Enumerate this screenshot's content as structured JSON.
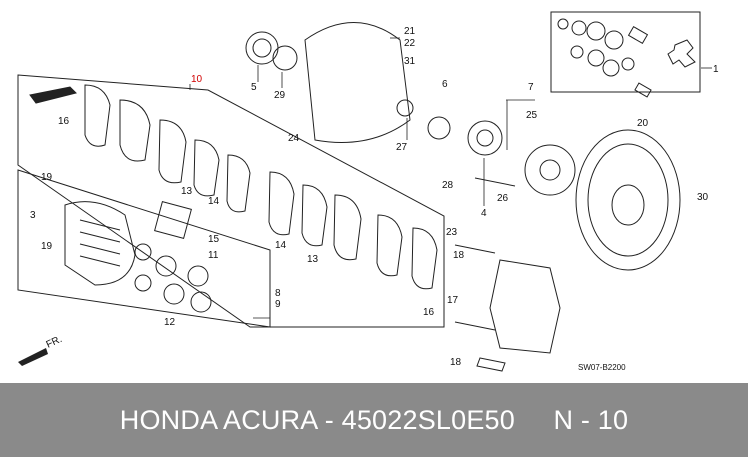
{
  "diagram": {
    "part_numbers": [
      "1",
      "3",
      "4",
      "5",
      "6",
      "7",
      "8",
      "9",
      "10",
      "11",
      "12",
      "13",
      "13",
      "14",
      "14",
      "15",
      "16",
      "16",
      "17",
      "18",
      "18",
      "19",
      "19",
      "20",
      "21",
      "22",
      "23",
      "24",
      "25",
      "26",
      "27",
      "28",
      "29",
      "30",
      "31"
    ],
    "drawing_code": "SW07-B2200",
    "direction_label": "FR.",
    "highlight_color": "#d10000"
  },
  "footer": {
    "text": "HONDA ACURA - 45022SL0E50     N - 10",
    "background": "#8a8a8a"
  }
}
